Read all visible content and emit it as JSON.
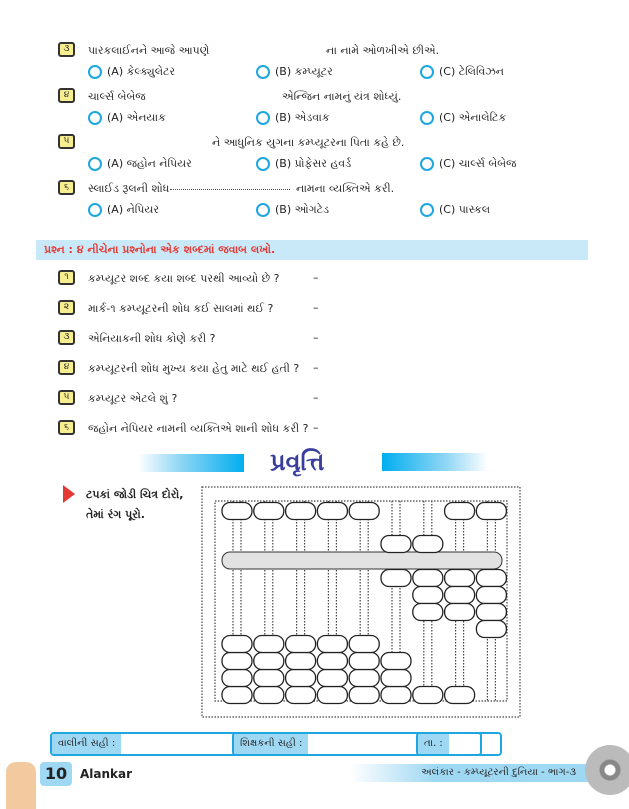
{
  "mcq": [
    {
      "num": "૩",
      "parts": [
        "પારકલાઈનને આજે આપણે",
        "ના નામે ઓળખીએ છીએ."
      ],
      "options": [
        "(A) કેલ્ક્યુલેટર",
        "(B) કમ્પ્યૂટર",
        "(C) ટેલિવિઝન"
      ]
    },
    {
      "num": "૪",
      "parts": [
        "ચાર્લ્સ બેબેજ",
        "એન્જિન નામનું યંત્ર શોધ્યું."
      ],
      "options": [
        "(A) એનયાક",
        "(B) એડવાક",
        "(C) એનાલેટિક"
      ]
    },
    {
      "num": "૫",
      "parts": [
        "",
        "ને આધુનિક યુગના કમ્પ્યૂટરના પિતા કહે છે."
      ],
      "options": [
        "(A) જહોન નેપિયર",
        "(B) પ્રોફેસર હવર્ડ",
        "(C) ચાર્લ્સ બેબેજ"
      ]
    },
    {
      "num": "૬",
      "parts": [
        "સ્લાઈડ રૂલની શોધ",
        "નામના વ્યક્તિએ કરી."
      ],
      "options": [
        "(A) નેપિયર",
        "(B) ઓગટેડ",
        "(C) પાસ્કલ"
      ]
    }
  ],
  "section_header": "પ્રશ્ન : ૪  નીચેના પ્રશ્નોના એક શબ્દમાં જવાબ લખો.",
  "short_questions": [
    {
      "num": "૧",
      "text": "કમ્પ્યૂટર શબ્દ કયા શબ્દ પરથી આવ્યો છે ?",
      "dash": "–"
    },
    {
      "num": "૨",
      "text": "માર્ક-૧ કમ્પ્યૂટરની શોધ કઈ સાલમાં થઈ ?",
      "dash": "–"
    },
    {
      "num": "૩",
      "text": "એનિયાકની શોધ કોણે કરી ?",
      "dash": "–"
    },
    {
      "num": "૪",
      "text": "કમ્પ્યૂટરની શોધ મુખ્ય કયા હેતુ માટે થઈ હતી ?",
      "dash": "–"
    },
    {
      "num": "૫",
      "text": "કમ્પ્યૂટર એટલે શું ?",
      "dash": "–"
    },
    {
      "num": "૬",
      "text": "જહોન નેપિયર નામની વ્યક્તિએ શાની શોધ કરી ?",
      "dash": "–"
    }
  ],
  "activity": {
    "title": "પ્રવૃત્તિ",
    "instruction_1": "ટપકાં જોડી ચિત્ર દોરો,",
    "instruction_2": "તેમાં રંગ પૂરો.",
    "abacus": {
      "rods": 9,
      "upper_bead_down": [
        0,
        0,
        0,
        0,
        0,
        1,
        1,
        0,
        0
      ],
      "lower_beads_up": [
        0,
        0,
        0,
        0,
        0,
        1,
        3,
        3,
        4
      ],
      "lower_beads_total": 4
    }
  },
  "footer": {
    "parent_sign": "વાલીની સહી :",
    "teacher_sign": "શિક્ષકની સહી :",
    "date": "તા. :",
    "page_number": "10",
    "brand": "Alankar",
    "book_title": "અલંકાર - કમ્પ્યૂટરની દુનિયા - ભાગ-૩"
  },
  "colors": {
    "accent": "#1ea6e0",
    "header_red": "#e53935",
    "title_blue": "#3a3d9c"
  }
}
